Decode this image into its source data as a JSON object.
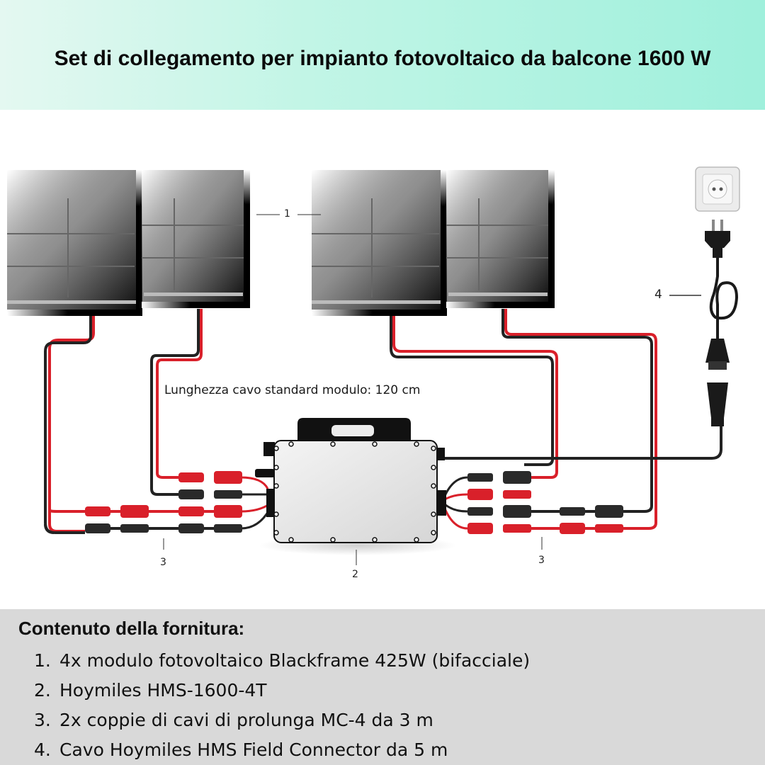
{
  "header": {
    "title": "Set di collegamento per impianto fotovoltaico da balcone 1600 W",
    "gradient_colors": [
      "#e4f8f1",
      "#9ff0dc"
    ]
  },
  "diagram": {
    "cable_note": "Lunghezza cavo standard modulo: 120 cm",
    "callouts": {
      "panels": "1",
      "inverter": "2",
      "extension_left": "3",
      "extension_right": "3",
      "field_connector": "4"
    },
    "components": [
      {
        "id": "solar-panel",
        "count": 4,
        "icon": "solar-panel-icon"
      },
      {
        "id": "microinverter",
        "icon": "inverter-icon"
      },
      {
        "id": "mc4-connectors",
        "icon": "mc4-connector-icon"
      },
      {
        "id": "wall-socket",
        "icon": "power-socket-icon"
      },
      {
        "id": "schuko-plug",
        "icon": "plug-icon"
      }
    ],
    "colors": {
      "positive_cable": "#d9202a",
      "negative_cable": "#222222"
    }
  },
  "footer": {
    "title": "Contenuto della fornitura:",
    "items": [
      {
        "num": "1.",
        "text": "4x modulo fotovoltaico Blackframe 425W (bifacciale)"
      },
      {
        "num": "2.",
        "text": "Hoymiles HMS-1600-4T"
      },
      {
        "num": "3.",
        "text": "2x coppie di cavi di prolunga MC-4 da 3 m"
      },
      {
        "num": "4.",
        "text": "Cavo Hoymiles HMS Field Connector da 5 m"
      }
    ],
    "background": "#d9d9d9"
  }
}
